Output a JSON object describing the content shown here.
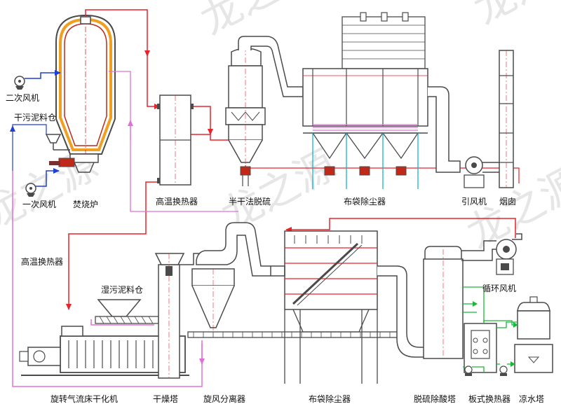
{
  "labels": {
    "secondary_fan": "二次风机",
    "dry_sludge_bin": "干污泥料仓",
    "primary_fan": "一次风机",
    "incinerator": "焚烧炉",
    "high_temp_hx_top": "高温换热器",
    "semi_dry_desulf": "半干法脱硫",
    "bag_filter_top": "布袋除尘器",
    "induced_fan": "引风机",
    "chimney": "烟囱",
    "high_temp_hx_left": "高温换热器",
    "wet_sludge_bin": "湿污泥料仓",
    "circulating_fan": "循环风机",
    "rotary_dryer": "旋转气流床干化机",
    "drying_tower": "干燥塔",
    "cyclone": "旋风分离器",
    "bag_filter_bottom": "布袋除尘器",
    "desulf_acid_tower": "脱硫除酸塔",
    "plate_hx": "板式换热器",
    "cooling_tower": "凉水塔"
  },
  "watermark": "龙之源",
  "colors": {
    "flue_gas": "#e8232a",
    "air": "#1f3fd6",
    "dry_sludge": "#e070d8",
    "water": "#19b83a",
    "equipment": "#4a4a4a",
    "furnace_lining": "#f0a020"
  }
}
